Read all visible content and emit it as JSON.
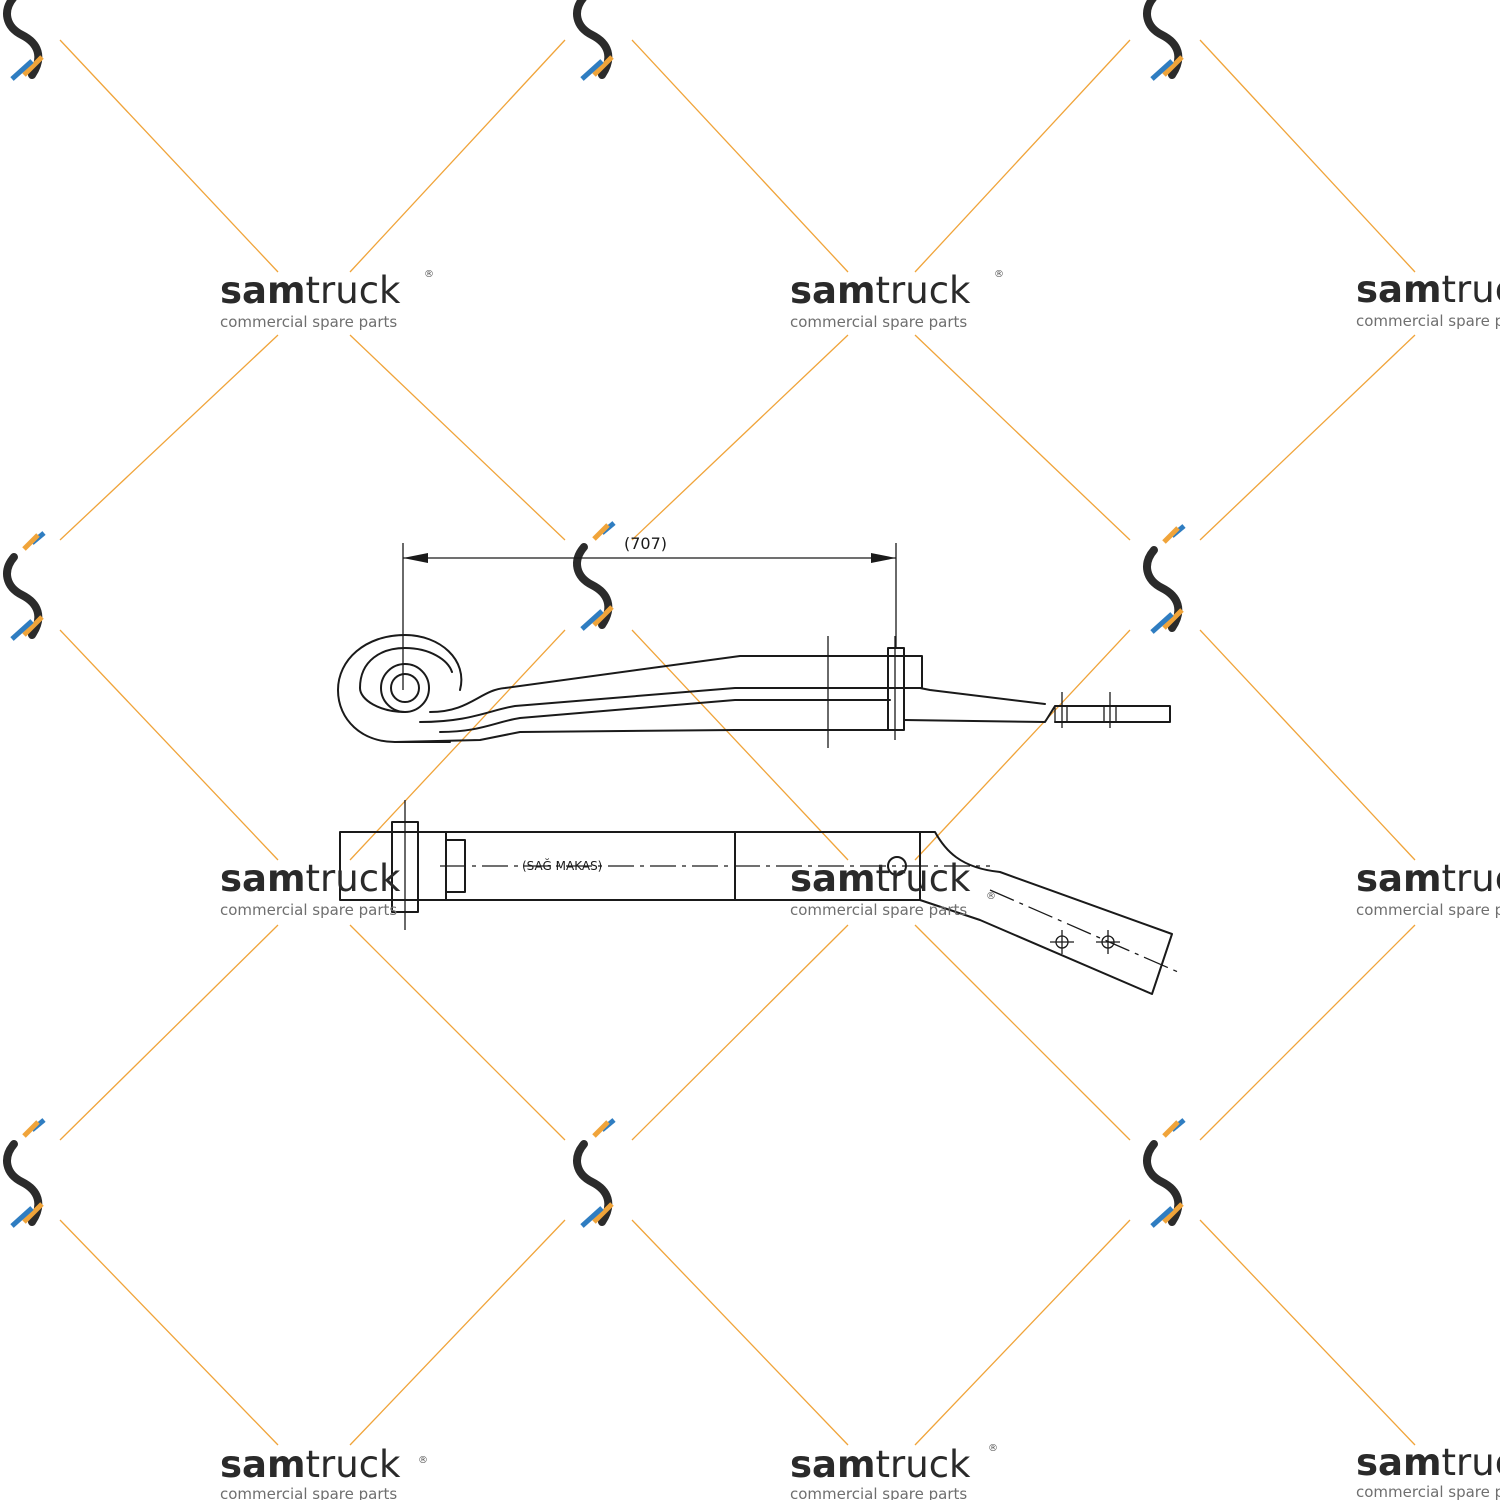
{
  "watermark": {
    "brand_bold": "sam",
    "brand_regular": "truck",
    "tagline": "commercial spare parts",
    "registered_mark": "®",
    "line_color": "#f0a43a",
    "logo_colors": [
      "#2b2b2b",
      "#f0a43a",
      "#2f7dc1"
    ]
  },
  "drawing": {
    "dimension_label": "(707)",
    "part_label": "(SAĞ MAKAS)"
  }
}
